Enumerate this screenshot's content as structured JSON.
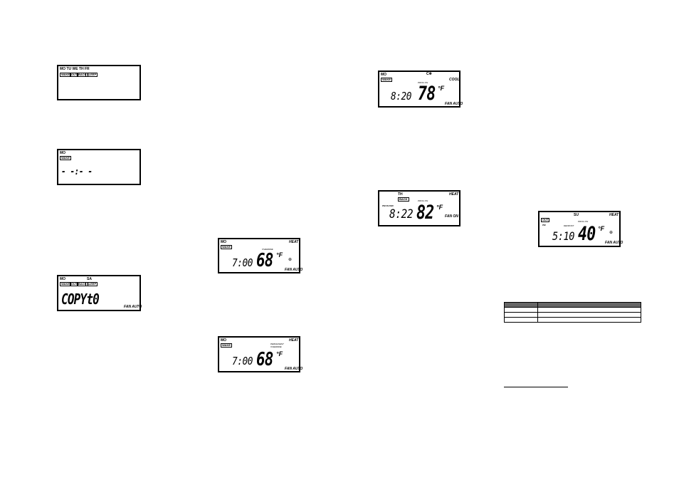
{
  "lcd1": {
    "days": "MO TU WE TH FR",
    "tags": [
      "WAKE",
      "OUT",
      "BACK",
      "SLEEP"
    ]
  },
  "lcd2": {
    "day": "MO",
    "tag": "WAKE",
    "time": "- -:- -"
  },
  "lcd3": {
    "day1": "MO",
    "day2": "SA",
    "tags": [
      "WAKE",
      "OUT",
      "BACK",
      "SLEEP"
    ],
    "text": "COPYt0",
    "fan": "FAN AUTO"
  },
  "lcd4": {
    "day": "MO",
    "mode": "HEAT",
    "tag": "WAKE",
    "note": "OVERRIDE",
    "time": "7:00",
    "temp": "68",
    "unit": "°F",
    "fan": "FAN AUTO"
  },
  "lcd5": {
    "day": "MO",
    "mode": "HEAT",
    "tag": "WAKE",
    "note1": "PERMANENT",
    "note2": "OVERRIDE",
    "time": "7:00",
    "temp": "68",
    "unit": "°F",
    "fan": "FAN AUTO"
  },
  "lcd6": {
    "day": "MO",
    "mode": "COOL",
    "tag": "WAKE",
    "note": "PROG ON",
    "time": "8:20",
    "temp": "78",
    "unit": "°F",
    "fan": "FAN AUTO"
  },
  "lcd7": {
    "day": "TH",
    "mode": "HEAT",
    "tag": "BACK",
    "note": "PROG ON",
    "pm": "PM FILTER",
    "time": "8:22",
    "temp": "82",
    "unit": "°F",
    "fan": "FAN ON"
  },
  "lcd8": {
    "day": "SU",
    "mode": "HEAT",
    "tag": "OUT",
    "pm": "PM",
    "note1": "PROG ON",
    "note2": "DEFROST",
    "time": "5:10",
    "temp": "40",
    "unit": "°F",
    "fan": "FAN AUTO"
  },
  "table": {
    "rows": 4,
    "cols": 2
  }
}
